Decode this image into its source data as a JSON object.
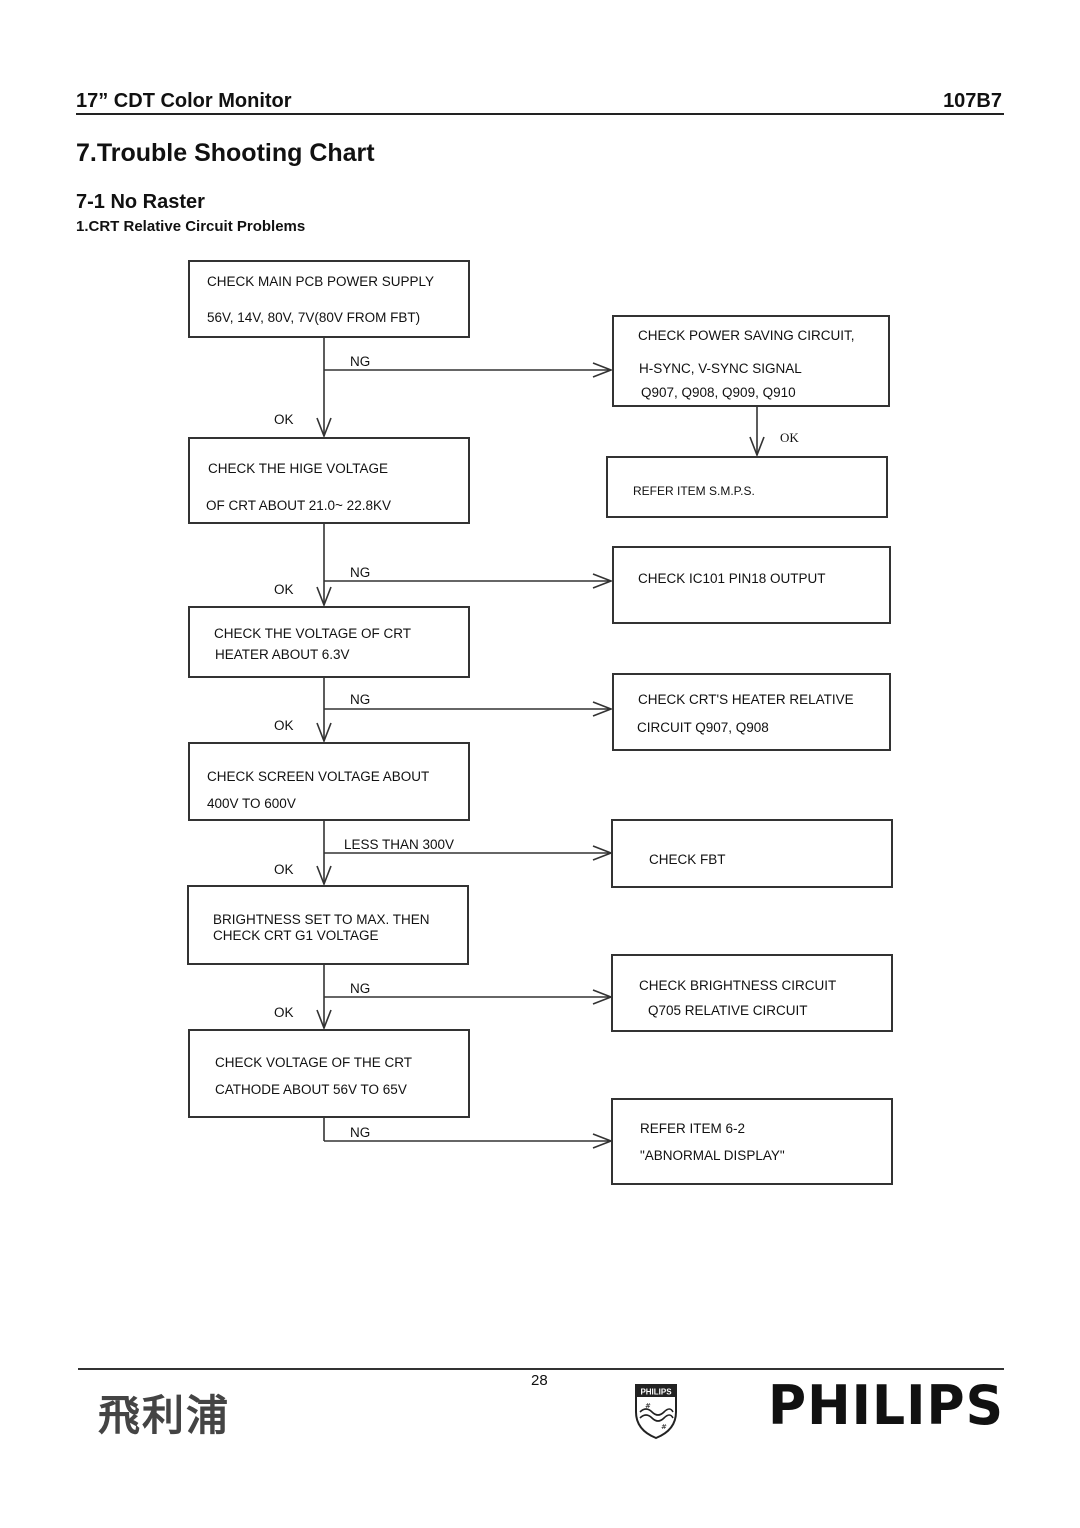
{
  "header": {
    "product": "17” CDT Color Monitor",
    "model": "107B7"
  },
  "title": "7.Trouble Shooting Chart",
  "section": "7-1 No Raster",
  "subsection": "1.CRT Relative Circuit Problems",
  "left_boxes": [
    {
      "lines": [
        "CHECK MAIN PCB POWER SUPPLY",
        "56V, 14V, 80V, 7V(80V FROM FBT)"
      ]
    },
    {
      "lines": [
        "CHECK THE HIGE VOLTAGE",
        "OF CRT ABOUT 21.0~ 22.8KV"
      ]
    },
    {
      "lines": [
        "CHECK THE VOLTAGE OF CRT",
        "HEATER ABOUT 6.3V"
      ]
    },
    {
      "lines": [
        "CHECK SCREEN VOLTAGE ABOUT",
        "400V TO 600V"
      ]
    },
    {
      "lines": [
        "BRIGHTNESS SET TO MAX. THEN",
        "CHECK CRT G1 VOLTAGE"
      ]
    },
    {
      "lines": [
        "CHECK VOLTAGE OF THE CRT",
        "CATHODE ABOUT 56V TO 65V"
      ]
    }
  ],
  "right_boxes": [
    {
      "lines": [
        "CHECK POWER SAVING CIRCUIT,",
        "H-SYNC, V-SYNC SIGNAL",
        "Q907, Q908, Q909, Q910"
      ]
    },
    {
      "lines": [
        "REFER ITEM S.M.P.S."
      ]
    },
    {
      "lines": [
        "CHECK IC101 PIN18 OUTPUT"
      ]
    },
    {
      "lines": [
        "CHECK CRT'S HEATER RELATIVE",
        "CIRCUIT Q907, Q908"
      ]
    },
    {
      "lines": [
        "CHECK FBT"
      ]
    },
    {
      "lines": [
        "CHECK BRIGHTNESS CIRCUIT",
        "Q705 RELATIVE CIRCUIT"
      ]
    },
    {
      "lines": [
        "REFER ITEM 6-2",
        "\"ABNORMAL DISPLAY\""
      ]
    }
  ],
  "labels": {
    "ng": "NG",
    "ok": "OK",
    "less_than": "LESS THAN 300V"
  },
  "footer": {
    "page_number": "28",
    "chinese_logo": "飛利浦",
    "brand": "PHILIPS",
    "shield_text": "PHILIPS"
  }
}
